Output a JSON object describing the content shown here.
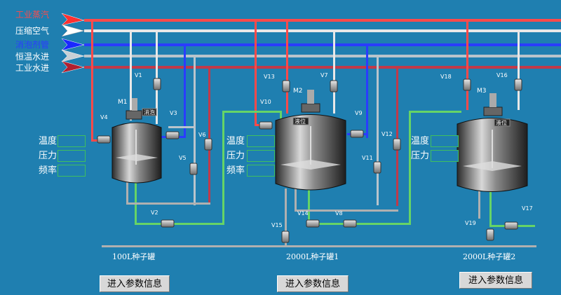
{
  "colors": {
    "background": "#1f7fb0",
    "steam": "#ff4a4a",
    "air": "#e8e8e8",
    "defoamer": "#2a3cff",
    "warm_water": "#b8c4cc",
    "process_water": "#c03a4a",
    "process_line": "#66d466",
    "drain_line": "#b0b0b0",
    "field_border": "#3fbf5f"
  },
  "legend": [
    {
      "label": "工业蒸汽",
      "color": "#ff4a4a"
    },
    {
      "label": "压缩空气",
      "color": "#ffffff"
    },
    {
      "label": "消泡剂管",
      "color": "#2a3cff"
    },
    {
      "label": "恒温水进",
      "color": "#ffffff"
    },
    {
      "label": "工业水进",
      "color": "#ffffff"
    }
  ],
  "tanks": [
    {
      "name": "100L种子罐",
      "motor": "M1",
      "tag": "消泡",
      "readouts": [
        "温度",
        "压力",
        "频率"
      ],
      "button": "进入参数信息"
    },
    {
      "name": "2000L种子罐1",
      "motor": "M2",
      "tag": "液位",
      "readouts": [
        "温度",
        "压力",
        "频率"
      ],
      "button": "进入参数信息"
    },
    {
      "name": "2000L种子罐2",
      "motor": "M3",
      "tag": "液位",
      "readouts": [
        "温度",
        "压力"
      ],
      "button": "进入参数信息"
    }
  ],
  "valves": {
    "v1": "V1",
    "v2": "V2",
    "v3": "V3",
    "v4": "V4",
    "v5": "V5",
    "v6": "V6",
    "v7": "V7",
    "v8": "V8",
    "v9": "V9",
    "v10": "V10",
    "v11": "V11",
    "v12": "V12",
    "v13": "V13",
    "v14": "V14",
    "v15": "V15",
    "v16": "V16",
    "v17": "V17",
    "v18": "V18",
    "v19": "V19"
  }
}
